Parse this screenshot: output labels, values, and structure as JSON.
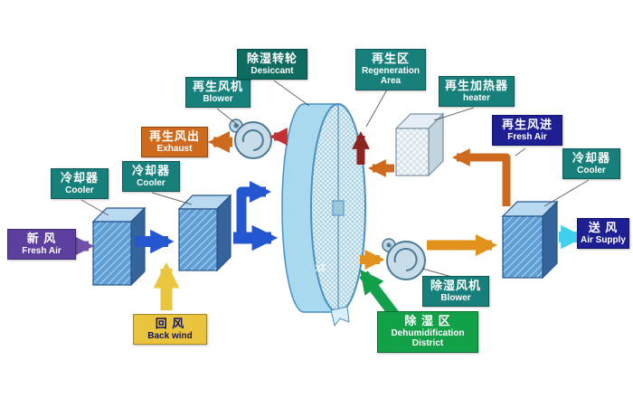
{
  "watermark": "xt",
  "labels": {
    "fresh_air_in": {
      "zh": "新 风",
      "en": "Fresh Air",
      "bg": "#5c3f9e"
    },
    "cooler_1": {
      "zh": "冷却器",
      "en": "Cooler",
      "bg": "#17807a"
    },
    "cooler_2": {
      "zh": "冷却器",
      "en": "Cooler",
      "bg": "#17807a"
    },
    "back_wind": {
      "zh": "回 风",
      "en": "Back wind",
      "bg": "#eac43c"
    },
    "exhaust": {
      "zh": "再生风出",
      "en": "Exhaust",
      "bg": "#cd6a1d"
    },
    "regen_blower": {
      "zh": "再生风机",
      "en": "Blower",
      "bg": "#17807a"
    },
    "desiccant_wheel": {
      "zh": "除湿转轮",
      "en": "Desiccant",
      "bg": "#0e6b5f"
    },
    "regen_area": {
      "zh": "再生区",
      "en": "Regeneration Area",
      "bg": "#17807a"
    },
    "regen_heater": {
      "zh": "再生加热器",
      "en": "heater",
      "bg": "#17807a"
    },
    "regen_fresh_air": {
      "zh": "再生风进",
      "en": "Fresh Air",
      "bg": "#1f1f94"
    },
    "cooler_3": {
      "zh": "冷却器",
      "en": "Cooler",
      "bg": "#17807a"
    },
    "air_supply": {
      "zh": "送 风",
      "en": "Air Supply",
      "bg": "#1f1f94"
    },
    "dehum_blower": {
      "zh": "除湿风机",
      "en": "Blower",
      "bg": "#17807a"
    },
    "dehum_district": {
      "zh": "除 湿 区",
      "en": "Dehumidification District",
      "bg": "#12a148"
    }
  },
  "colors": {
    "label_teal": "#17807a",
    "label_teal_dark": "#0e6b5f",
    "label_purple": "#5c3f9e",
    "label_navy": "#1f1f94",
    "label_orange": "#cd6a1d",
    "label_gold": "#eac43c",
    "label_green": "#12a148",
    "arrow_blue": "#2456cf",
    "arrow_purple": "#7050a8",
    "arrow_yellow": "#e9c63e",
    "arrow_red": "#c23232",
    "arrow_orange": "#cd6a1d",
    "arrow_amber": "#e2921c",
    "arrow_cyan": "#40d0ee",
    "arrow_maroon": "#8e2420",
    "arrow_green": "#14a04a",
    "block_blue": "#5f9fd6",
    "wheel_blue": "#a8d9ee"
  }
}
